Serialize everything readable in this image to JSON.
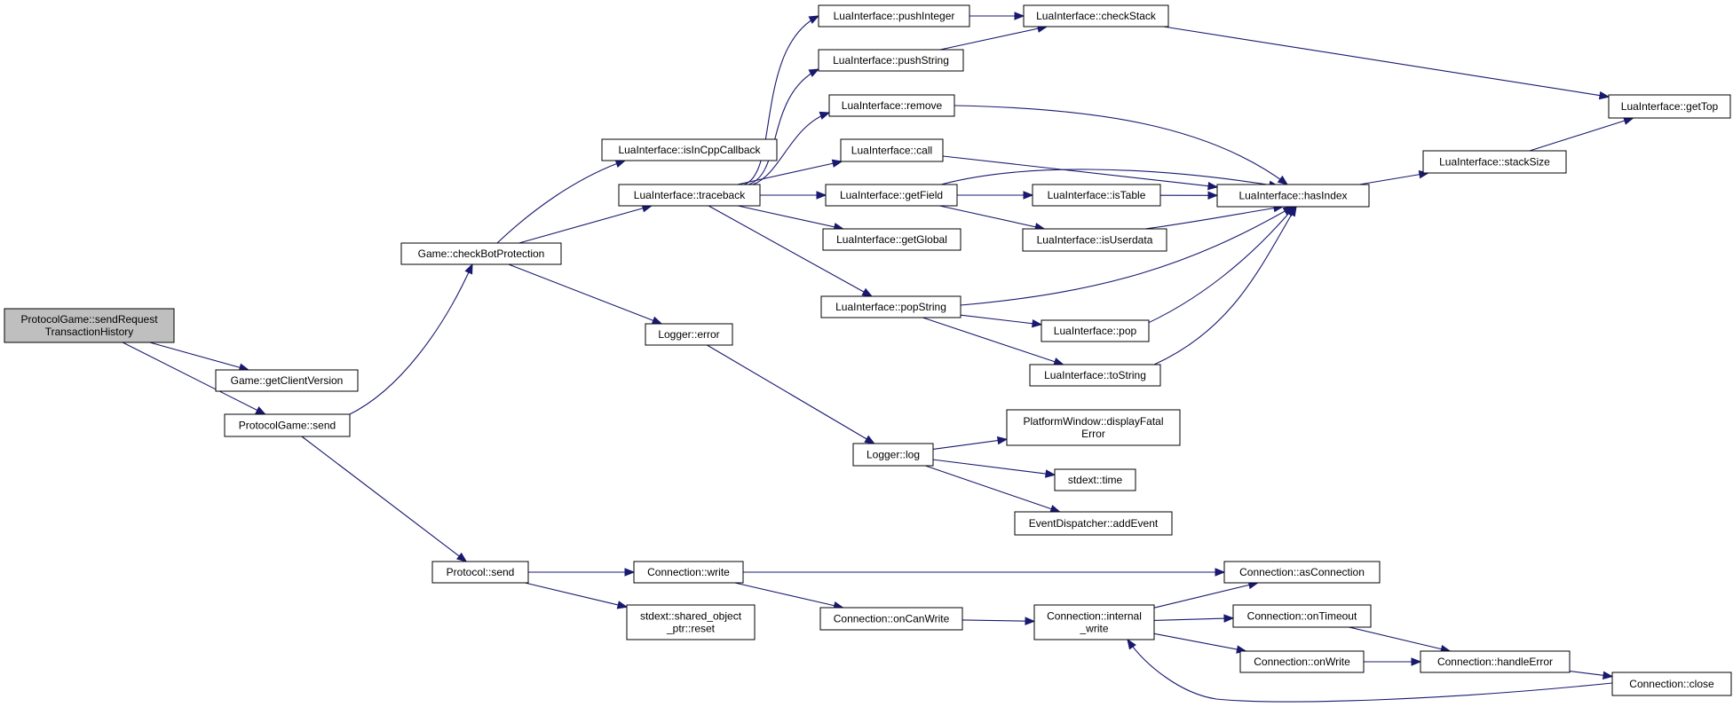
{
  "diagram": {
    "type": "call-graph",
    "edge_color": "#191970",
    "root_fill": "#bfbfbf",
    "nodes": [
      {
        "id": "root",
        "lines": [
          "ProtocolGame::sendRequest",
          "TransactionHistory"
        ],
        "root": true
      },
      {
        "id": "getClientVersion",
        "lines": [
          "Game::getClientVersion"
        ]
      },
      {
        "id": "pgSend",
        "lines": [
          "ProtocolGame::send"
        ]
      },
      {
        "id": "checkBot",
        "lines": [
          "Game::checkBotProtection"
        ]
      },
      {
        "id": "protoSend",
        "lines": [
          "Protocol::send"
        ]
      },
      {
        "id": "isInCpp",
        "lines": [
          "LuaInterface::isInCppCallback"
        ]
      },
      {
        "id": "traceback",
        "lines": [
          "LuaInterface::traceback"
        ]
      },
      {
        "id": "logError",
        "lines": [
          "Logger::error"
        ]
      },
      {
        "id": "pushInteger",
        "lines": [
          "LuaInterface::pushInteger"
        ]
      },
      {
        "id": "pushString",
        "lines": [
          "LuaInterface::pushString"
        ]
      },
      {
        "id": "remove",
        "lines": [
          "LuaInterface::remove"
        ]
      },
      {
        "id": "call",
        "lines": [
          "LuaInterface::call"
        ]
      },
      {
        "id": "getField",
        "lines": [
          "LuaInterface::getField"
        ]
      },
      {
        "id": "getGlobal",
        "lines": [
          "LuaInterface::getGlobal"
        ]
      },
      {
        "id": "popString",
        "lines": [
          "LuaInterface::popString"
        ]
      },
      {
        "id": "checkStack",
        "lines": [
          "LuaInterface::checkStack"
        ]
      },
      {
        "id": "isTable",
        "lines": [
          "LuaInterface::isTable"
        ]
      },
      {
        "id": "isUserdata",
        "lines": [
          "LuaInterface::isUserdata"
        ]
      },
      {
        "id": "pop",
        "lines": [
          "LuaInterface::pop"
        ]
      },
      {
        "id": "toString",
        "lines": [
          "LuaInterface::toString"
        ]
      },
      {
        "id": "hasIndex",
        "lines": [
          "LuaInterface::hasIndex"
        ]
      },
      {
        "id": "stackSize",
        "lines": [
          "LuaInterface::stackSize"
        ]
      },
      {
        "id": "getTop",
        "lines": [
          "LuaInterface::getTop"
        ]
      },
      {
        "id": "loggerLog",
        "lines": [
          "Logger::log"
        ]
      },
      {
        "id": "displayFatal",
        "lines": [
          "PlatformWindow::displayFatal",
          "Error"
        ]
      },
      {
        "id": "stdextTime",
        "lines": [
          "stdext::time"
        ]
      },
      {
        "id": "addEvent",
        "lines": [
          "EventDispatcher::addEvent"
        ]
      },
      {
        "id": "connWrite",
        "lines": [
          "Connection::write"
        ]
      },
      {
        "id": "reset",
        "lines": [
          "stdext::shared_object",
          "_ptr::reset"
        ]
      },
      {
        "id": "onCanWrite",
        "lines": [
          "Connection::onCanWrite"
        ]
      },
      {
        "id": "internalWrite",
        "lines": [
          "Connection::internal",
          "_write"
        ]
      },
      {
        "id": "asConnection",
        "lines": [
          "Connection::asConnection"
        ]
      },
      {
        "id": "onTimeout",
        "lines": [
          "Connection::onTimeout"
        ]
      },
      {
        "id": "onWrite",
        "lines": [
          "Connection::onWrite"
        ]
      },
      {
        "id": "handleError",
        "lines": [
          "Connection::handleError"
        ]
      },
      {
        "id": "connClose",
        "lines": [
          "Connection::close"
        ]
      }
    ],
    "edges": [
      [
        "root",
        "getClientVersion"
      ],
      [
        "root",
        "pgSend"
      ],
      [
        "pgSend",
        "checkBot"
      ],
      [
        "pgSend",
        "protoSend"
      ],
      [
        "checkBot",
        "isInCpp"
      ],
      [
        "checkBot",
        "traceback"
      ],
      [
        "checkBot",
        "logError"
      ],
      [
        "traceback",
        "pushInteger"
      ],
      [
        "traceback",
        "pushString"
      ],
      [
        "traceback",
        "remove"
      ],
      [
        "traceback",
        "call"
      ],
      [
        "traceback",
        "getField"
      ],
      [
        "traceback",
        "getGlobal"
      ],
      [
        "traceback",
        "popString"
      ],
      [
        "pushInteger",
        "checkStack"
      ],
      [
        "pushString",
        "checkStack"
      ],
      [
        "checkStack",
        "getTop"
      ],
      [
        "remove",
        "hasIndex"
      ],
      [
        "call",
        "hasIndex"
      ],
      [
        "getField",
        "hasIndex"
      ],
      [
        "getField",
        "isTable"
      ],
      [
        "getField",
        "isUserdata"
      ],
      [
        "isTable",
        "hasIndex"
      ],
      [
        "isUserdata",
        "hasIndex"
      ],
      [
        "popString",
        "hasIndex"
      ],
      [
        "popString",
        "pop"
      ],
      [
        "popString",
        "toString"
      ],
      [
        "pop",
        "hasIndex"
      ],
      [
        "toString",
        "hasIndex"
      ],
      [
        "hasIndex",
        "stackSize"
      ],
      [
        "stackSize",
        "getTop"
      ],
      [
        "logError",
        "loggerLog"
      ],
      [
        "loggerLog",
        "displayFatal"
      ],
      [
        "loggerLog",
        "stdextTime"
      ],
      [
        "loggerLog",
        "addEvent"
      ],
      [
        "protoSend",
        "connWrite"
      ],
      [
        "protoSend",
        "reset"
      ],
      [
        "connWrite",
        "asConnection"
      ],
      [
        "connWrite",
        "onCanWrite"
      ],
      [
        "onCanWrite",
        "internalWrite"
      ],
      [
        "internalWrite",
        "asConnection"
      ],
      [
        "internalWrite",
        "onTimeout"
      ],
      [
        "internalWrite",
        "onWrite"
      ],
      [
        "onTimeout",
        "handleError"
      ],
      [
        "onWrite",
        "handleError"
      ],
      [
        "handleError",
        "connClose"
      ],
      [
        "connClose",
        "internalWrite"
      ]
    ]
  }
}
